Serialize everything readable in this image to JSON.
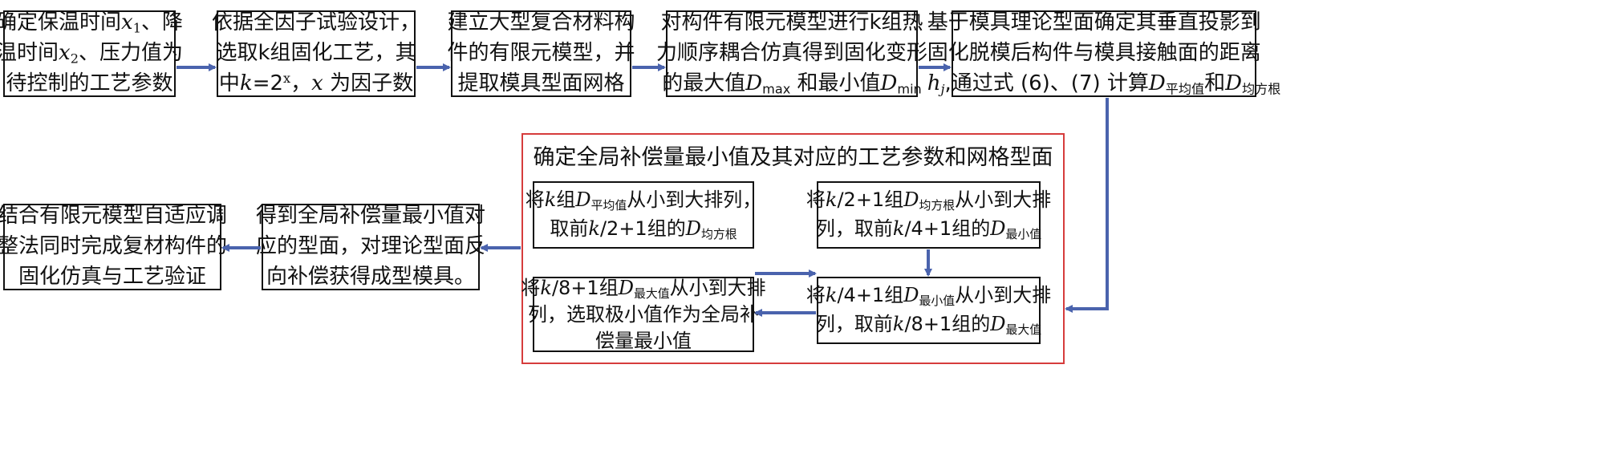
{
  "colors": {
    "arrow": "#4a63ad",
    "frame": "#d63c3c",
    "text": "#111111"
  },
  "vars": {
    "x1_var": "x",
    "x1_sub": "1",
    "x2_var": "x",
    "x2_sub": "2",
    "k": "k",
    "eq": "=2",
    "x_sup": "x",
    "x": "x",
    "D": "D",
    "max": "max",
    "min": "min",
    "h": "h",
    "j": "j",
    "avg": "平均值",
    "rms": "均方根",
    "minval": "最小值",
    "maxval": "最大值",
    "frac2": "/2+1",
    "frac4": "/4+1",
    "frac8": "/8+1"
  },
  "box1": {
    "t1": "确定保温时间",
    "t2": "、降",
    "t3": "温时间",
    "t4": "、压力值为",
    "t5": "待控制的工艺参数"
  },
  "box2": {
    "t1": "依据全因子试验设计，",
    "t2": "选取k组固化工艺，其",
    "t3": "中",
    "t4": "，",
    "t5": "为因子数"
  },
  "box3": {
    "t1": "建立大型复合材料构",
    "t2": "件的有限元模型，并",
    "t3": "提取模具型面网格"
  },
  "box4": {
    "t1": "对构件有限元模型进行k组热",
    "t2": "力顺序耦合仿真得到固化变形",
    "t3": "的最大值",
    "t4": "和最小值"
  },
  "box5": {
    "t1": "基于模具理论型面确定其垂直投影到",
    "t2": "固化脱模后构件与模具接触面的距离",
    "t3": ",通过式 (6)、(7) 计算",
    "t4": "和"
  },
  "frame": {
    "title": "确定全局补偿量最小值及其对应的工艺参数和网格型面"
  },
  "box6": {
    "t1": "将",
    "t2": "组",
    "t3": "从小到大排列，",
    "t4": "取前",
    "t5": "组的"
  },
  "box7": {
    "t1": "将",
    "t2": "组",
    "t3": "从小到大排",
    "t4": "列，取前",
    "t5": "组的"
  },
  "box8": {
    "t1": "将",
    "t2": "组",
    "t3": "从小到大排",
    "t4": "列，取前",
    "t5": "组的"
  },
  "box9": {
    "t1": "将",
    "t2": "组",
    "t3": "从小到大排",
    "t4": "列，选取极小值作为全局补",
    "t5": "偿量最小值"
  },
  "box10": {
    "t1": "得到全局补偿量最小值对",
    "t2": "应的型面，对理论型面反",
    "t3": "向补偿获得成型模具。"
  },
  "box11": {
    "t1": "结合有限元模型自适应调",
    "t2": "整法同时完成复材构件的",
    "t3": "固化仿真与工艺验证"
  }
}
